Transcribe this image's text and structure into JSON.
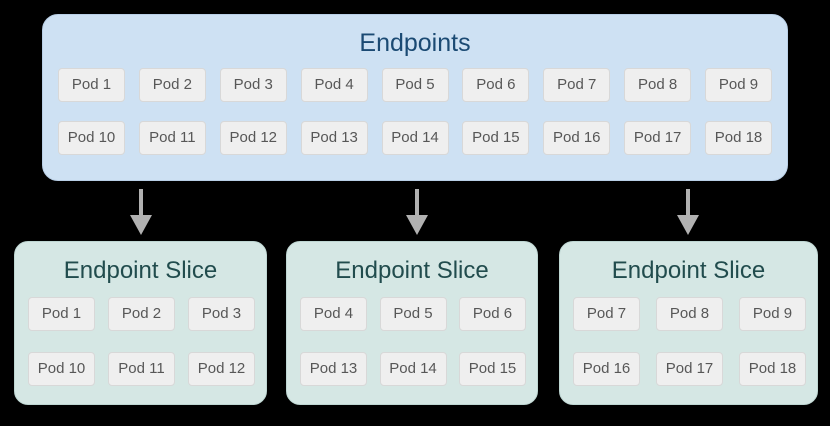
{
  "endpoints_box": {
    "title": "Endpoints",
    "pods": [
      "Pod 1",
      "Pod 2",
      "Pod 3",
      "Pod 4",
      "Pod 5",
      "Pod 6",
      "Pod 7",
      "Pod 8",
      "Pod 9",
      "Pod 10",
      "Pod 11",
      "Pod 12",
      "Pod 13",
      "Pod 14",
      "Pod 15",
      "Pod 16",
      "Pod 17",
      "Pod 18"
    ]
  },
  "slices": [
    {
      "title": "Endpoint Slice",
      "pods": [
        "Pod 1",
        "Pod 2",
        "Pod 3",
        "Pod 10",
        "Pod 11",
        "Pod 12"
      ]
    },
    {
      "title": "Endpoint Slice",
      "pods": [
        "Pod 4",
        "Pod 5",
        "Pod 6",
        "Pod 13",
        "Pod 14",
        "Pod 15"
      ]
    },
    {
      "title": "Endpoint Slice",
      "pods": [
        "Pod 7",
        "Pod 8",
        "Pod 9",
        "Pod 16",
        "Pod 17",
        "Pod 18"
      ]
    }
  ],
  "colors": {
    "canvas_bg": "#000000",
    "endpoints_box_bg": "#cee1f3",
    "endpoints_box_border": "#b9cfe6",
    "endpoints_title": "#1b4a73",
    "slice_box_bg": "#d5e7e4",
    "slice_box_border": "#bed6d2",
    "slice_title": "#214c4d",
    "pod_bg": "#efefef",
    "pod_border": "#d8d8d8",
    "pod_text": "#575757",
    "arrow": "#b1b1b1"
  }
}
